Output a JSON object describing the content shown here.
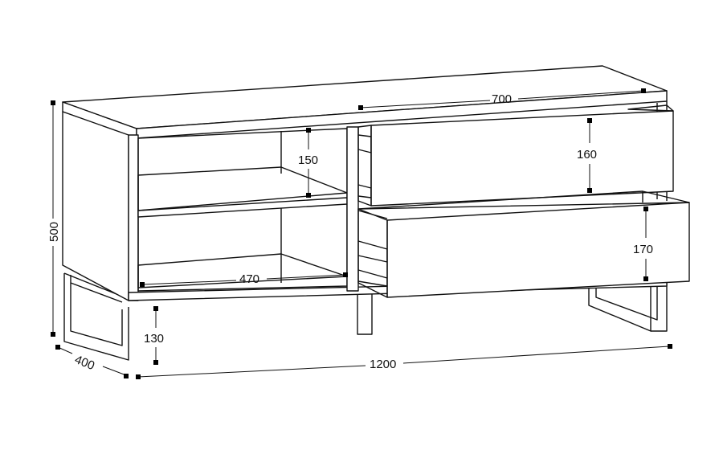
{
  "diagram": {
    "unit_note": "",
    "dimensions": {
      "drawer_width": "700",
      "drawer_top_height": "160",
      "drawer_bottom_height": "170",
      "shelf_height": "150",
      "compartment_width": "470",
      "total_height": "500",
      "depth": "400",
      "leg_height": "130",
      "total_width": "1200"
    },
    "colors": {
      "line": "#111111",
      "background": "#ffffff"
    }
  }
}
